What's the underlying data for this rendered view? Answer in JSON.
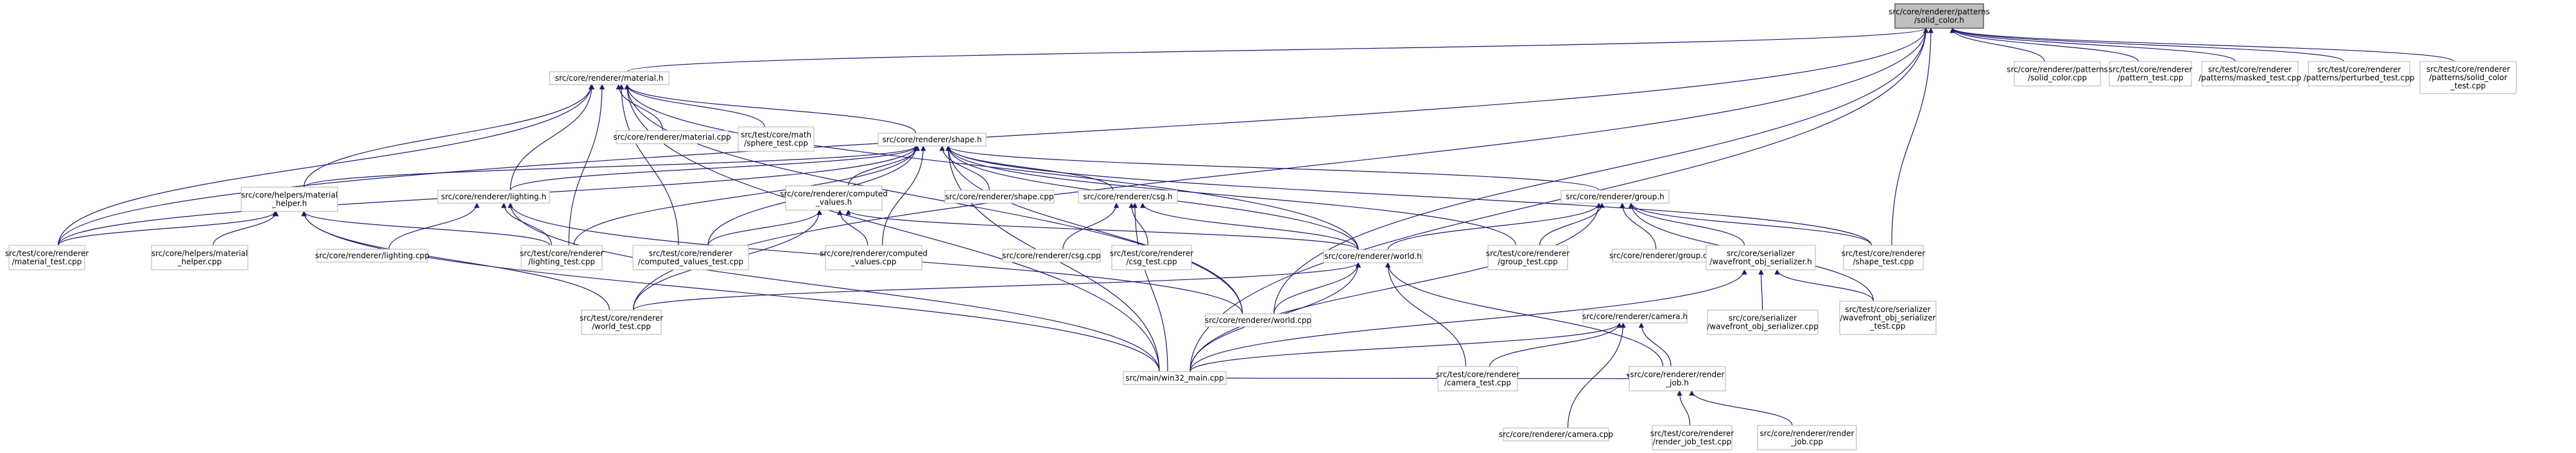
{
  "colors": {
    "edge": "#191970",
    "root_fill": "#bfbfbf",
    "node_border": "#bfbfbf",
    "background": "#ffffff"
  },
  "nodes": {
    "solid_color_h": {
      "lines": [
        "src/core/renderer/patterns",
        "/solid_color.h"
      ],
      "root": true
    },
    "patterns_solid_cpp": {
      "lines": [
        "src/core/renderer/patterns",
        "/solid_color.cpp"
      ]
    },
    "pattern_test_cpp": {
      "lines": [
        "src/test/core/renderer",
        "/pattern_test.cpp"
      ]
    },
    "masked_test_cpp": {
      "lines": [
        "src/test/core/renderer",
        "/patterns/masked_test.cpp"
      ]
    },
    "perturbed_test_cpp": {
      "lines": [
        "src/test/core/renderer",
        "/patterns/perturbed_test.cpp"
      ]
    },
    "solid_color_test_cpp": {
      "lines": [
        "src/test/core/renderer",
        "/patterns/solid_color",
        "_test.cpp"
      ]
    },
    "material_h": {
      "lines": [
        "src/core/renderer/material.h"
      ]
    },
    "material_cpp": {
      "lines": [
        "src/core/renderer/material.cpp"
      ]
    },
    "sphere_test_cpp": {
      "lines": [
        "src/test/core/math",
        "/sphere_test.cpp"
      ]
    },
    "shape_h": {
      "lines": [
        "src/core/renderer/shape.h"
      ]
    },
    "material_helper_h": {
      "lines": [
        "src/core/helpers/material",
        "_helper.h"
      ]
    },
    "material_test_cpp": {
      "lines": [
        "src/test/core/renderer",
        "/material_test.cpp"
      ]
    },
    "material_helper_cpp": {
      "lines": [
        "src/core/helpers/material",
        "_helper.cpp"
      ]
    },
    "lighting_h": {
      "lines": [
        "src/core/renderer/lighting.h"
      ]
    },
    "lighting_cpp": {
      "lines": [
        "src/core/renderer/lighting.cpp"
      ]
    },
    "lighting_test_cpp": {
      "lines": [
        "src/test/core/renderer",
        "/lighting_test.cpp"
      ]
    },
    "computed_values_h": {
      "lines": [
        "src/core/renderer/computed",
        "_values.h"
      ]
    },
    "computed_values_test": {
      "lines": [
        "src/test/core/renderer",
        "/computed_values_test.cpp"
      ]
    },
    "computed_values_cpp": {
      "lines": [
        "src/core/renderer/computed",
        "_values.cpp"
      ]
    },
    "shape_cpp": {
      "lines": [
        "src/core/renderer/shape.cpp"
      ]
    },
    "csg_h": {
      "lines": [
        "src/core/renderer/csg.h"
      ]
    },
    "csg_cpp": {
      "lines": [
        "src/core/renderer/csg.cpp"
      ]
    },
    "csg_test_cpp": {
      "lines": [
        "src/test/core/renderer",
        "/csg_test.cpp"
      ]
    },
    "group_h": {
      "lines": [
        "src/core/renderer/group.h"
      ]
    },
    "group_test_cpp": {
      "lines": [
        "src/test/core/renderer",
        "/group_test.cpp"
      ]
    },
    "group_cpp": {
      "lines": [
        "src/core/renderer/group.cpp"
      ]
    },
    "shape_test_cpp": {
      "lines": [
        "src/test/core/renderer",
        "/shape_test.cpp"
      ]
    },
    "world_h": {
      "lines": [
        "src/core/renderer/world.h"
      ]
    },
    "world_test_cpp": {
      "lines": [
        "src/test/core/renderer",
        "/world_test.cpp"
      ]
    },
    "world_cpp": {
      "lines": [
        "src/core/renderer/world.cpp"
      ]
    },
    "wavefront_h": {
      "lines": [
        "src/core/serializer",
        "/wavefront_obj_serializer.h"
      ]
    },
    "wavefront_cpp": {
      "lines": [
        "src/core/serializer",
        "/wavefront_obj_serializer.cpp"
      ]
    },
    "wavefront_test_cpp": {
      "lines": [
        "src/test/core/serializer",
        "/wavefront_obj_serializer",
        "_test.cpp"
      ]
    },
    "camera_h": {
      "lines": [
        "src/core/renderer/camera.h"
      ]
    },
    "camera_test_cpp": {
      "lines": [
        "src/test/core/renderer",
        "/camera_test.cpp"
      ]
    },
    "camera_cpp": {
      "lines": [
        "src/core/renderer/camera.cpp"
      ]
    },
    "render_job_h": {
      "lines": [
        "src/core/renderer/render",
        "_job.h"
      ]
    },
    "render_job_test_cpp": {
      "lines": [
        "src/test/core/renderer",
        "/render_job_test.cpp"
      ]
    },
    "render_job_cpp": {
      "lines": [
        "src/core/renderer/render",
        "_job.cpp"
      ]
    },
    "main_cpp": {
      "lines": [
        "src/main/win32_main.cpp"
      ]
    }
  }
}
